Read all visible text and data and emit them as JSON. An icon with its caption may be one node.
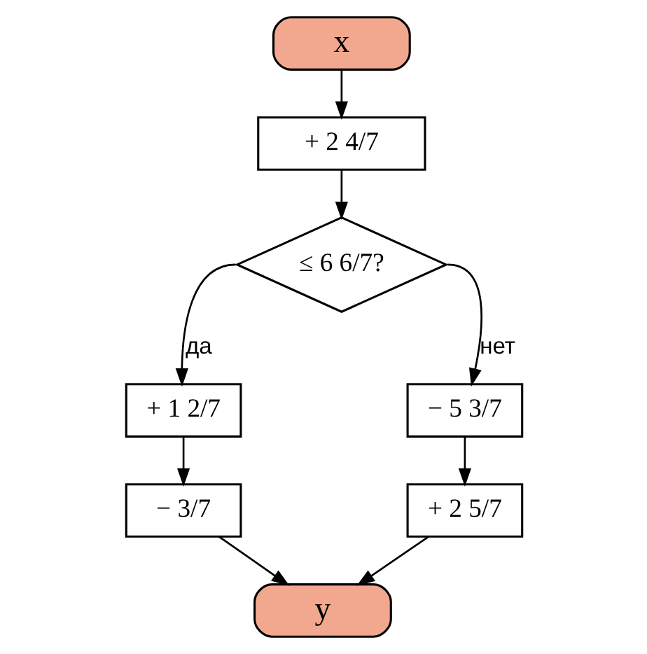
{
  "diagram": {
    "nodes": [
      {
        "text": [
          "x"
        ]
      },
      {
        "text": [
          "+ 2 4/7"
        ]
      },
      {
        "text": [
          "≤ 6 6/7?"
        ]
      },
      {
        "text": [
          "+ 1 2/7"
        ]
      },
      {
        "text": [
          "− 3/7"
        ]
      },
      {
        "text": [
          "− 5 3/7"
        ]
      },
      {
        "text": [
          "+ 2 5/7"
        ]
      },
      {
        "text": [
          "y"
        ]
      }
    ],
    "edges": [
      {
        "from": 0,
        "to": 1,
        "arrow": "to"
      },
      {
        "from": 1,
        "to": 2,
        "arrow": "to"
      },
      {
        "from": 2,
        "to": 3,
        "arrow": "to",
        "label": "да"
      },
      {
        "from": 2,
        "to": 5,
        "arrow": "to",
        "label": "нет"
      },
      {
        "from": 3,
        "to": 4,
        "arrow": "to"
      },
      {
        "from": 5,
        "to": 6,
        "arrow": "to"
      },
      {
        "from": 4,
        "to": 7,
        "arrow": "to"
      },
      {
        "from": 6,
        "to": 7,
        "arrow": "to"
      }
    ]
  }
}
